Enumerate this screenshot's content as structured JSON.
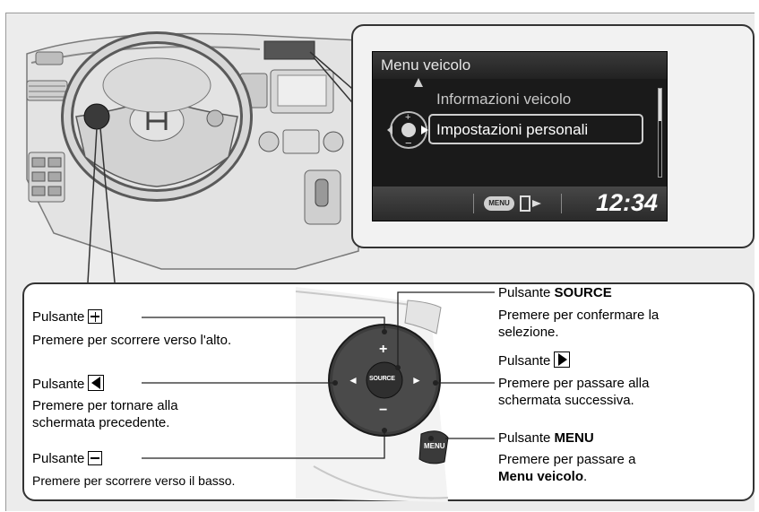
{
  "display": {
    "title": "Menu veicolo",
    "items": [
      "Informazioni veicolo",
      "Impostazioni personali"
    ],
    "selected_index": 1,
    "status_chip": "MENU",
    "clock": "12:34"
  },
  "controls": {
    "source_label": "SOURCE",
    "menu_label": "MENU",
    "plus_symbol": "+",
    "minus_symbol": "−",
    "left_symbol": "◄",
    "right_symbol": "►"
  },
  "labels": {
    "plus": {
      "name": "Pulsante",
      "desc": "Premere per scorrere verso l'alto."
    },
    "left": {
      "name": "Pulsante",
      "desc_1": "Premere per tornare alla",
      "desc_2": "schermata precedente."
    },
    "minus": {
      "name": "Pulsante",
      "desc": "Premere per scorrere verso il basso."
    },
    "source": {
      "prefix": "Pulsante",
      "bold": "SOURCE",
      "desc_1": "Premere per confermare la",
      "desc_2": "selezione."
    },
    "right": {
      "name": "Pulsante",
      "desc_1": "Premere per passare alla",
      "desc_2": "schermata successiva."
    },
    "menu": {
      "prefix": "Pulsante",
      "bold": "MENU",
      "desc_1": "Premere per passare a",
      "desc_2_bold": "Menu veicolo",
      "desc_2_end": "."
    }
  }
}
